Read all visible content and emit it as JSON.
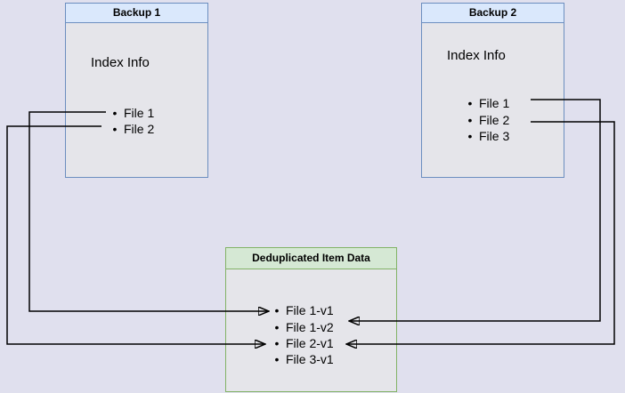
{
  "backup1": {
    "title": "Backup 1",
    "label": "Index Info",
    "items": [
      "File 1",
      "File 2"
    ]
  },
  "backup2": {
    "title": "Backup 2",
    "label": "Index Info",
    "items": [
      "File 1",
      "File 2",
      "File 3"
    ]
  },
  "dedup": {
    "title": "Deduplicated Item Data",
    "items": [
      "File 1-v1",
      "File 1-v2",
      "File 2-v1",
      "File 3-v1"
    ]
  },
  "connections": [
    {
      "from": "Backup 1 / File 1",
      "to": "File 1-v1"
    },
    {
      "from": "Backup 1 / File 2",
      "to": "File 2-v1"
    },
    {
      "from": "Backup 2 / File 1",
      "to": "File 1-v2"
    },
    {
      "from": "Backup 2 / File 2",
      "to": "File 2-v1"
    }
  ],
  "bullet_glyph": "•",
  "colors": {
    "background": "#e0e0ee",
    "box_fill": "#e5e5ea",
    "blue_border": "#6c8ebf",
    "blue_header_fill": "#dae8fc",
    "green_border": "#82b366",
    "green_header_fill": "#d5e8d4",
    "line": "#000000",
    "text": "#000000"
  }
}
